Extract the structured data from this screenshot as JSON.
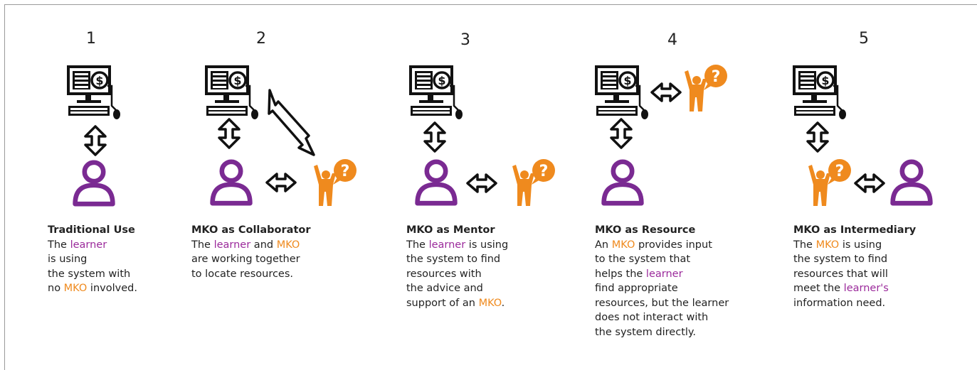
{
  "colors": {
    "learner": "#7a2a92",
    "mko": "#ef8a1e",
    "icon": "#111111",
    "text_learner": "#9b2a9b"
  },
  "scenarios": [
    {
      "number": "1",
      "title": "Traditional Use",
      "lines": [
        [
          {
            "t": "The "
          },
          {
            "t": "learner",
            "c": "learner"
          }
        ],
        [
          {
            "t": "is using"
          }
        ],
        [
          {
            "t": "the system with"
          }
        ],
        [
          {
            "t": "no "
          },
          {
            "t": "MKO",
            "c": "mko"
          },
          {
            "t": " involved."
          }
        ]
      ]
    },
    {
      "number": "2",
      "title": "MKO as Collaborator",
      "lines": [
        [
          {
            "t": "The "
          },
          {
            "t": "learner",
            "c": "learner"
          },
          {
            "t": " and "
          },
          {
            "t": "MKO",
            "c": "mko"
          }
        ],
        [
          {
            "t": "are working together"
          }
        ],
        [
          {
            "t": "to locate resources."
          }
        ]
      ]
    },
    {
      "number": "3",
      "title": "MKO as Mentor",
      "lines": [
        [
          {
            "t": "The "
          },
          {
            "t": "learner",
            "c": "learner"
          },
          {
            "t": " is using"
          }
        ],
        [
          {
            "t": "the system to find"
          }
        ],
        [
          {
            "t": "resources with"
          }
        ],
        [
          {
            "t": "the advice and"
          }
        ],
        [
          {
            "t": "support of an "
          },
          {
            "t": "MKO",
            "c": "mko"
          },
          {
            "t": "."
          }
        ]
      ]
    },
    {
      "number": "4",
      "title": "MKO as Resource",
      "lines": [
        [
          {
            "t": "An "
          },
          {
            "t": "MKO",
            "c": "mko"
          },
          {
            "t": " provides input"
          }
        ],
        [
          {
            "t": "to the system that"
          }
        ],
        [
          {
            "t": "helps the "
          },
          {
            "t": "learner",
            "c": "learner"
          }
        ],
        [
          {
            "t": "find appropriate"
          }
        ],
        [
          {
            "t": "resources, but the learner"
          }
        ],
        [
          {
            "t": "does not interact with"
          }
        ],
        [
          {
            "t": "the system directly."
          }
        ]
      ]
    },
    {
      "number": "5",
      "title": "MKO as Intermediary",
      "lines": [
        [
          {
            "t": "The "
          },
          {
            "t": "MKO",
            "c": "mko"
          },
          {
            "t": " is using"
          }
        ],
        [
          {
            "t": "the system to find"
          }
        ],
        [
          {
            "t": "resources that will"
          }
        ],
        [
          {
            "t": "meet the "
          },
          {
            "t": "learner's",
            "c": "learner"
          }
        ],
        [
          {
            "t": "information need."
          }
        ]
      ]
    }
  ]
}
